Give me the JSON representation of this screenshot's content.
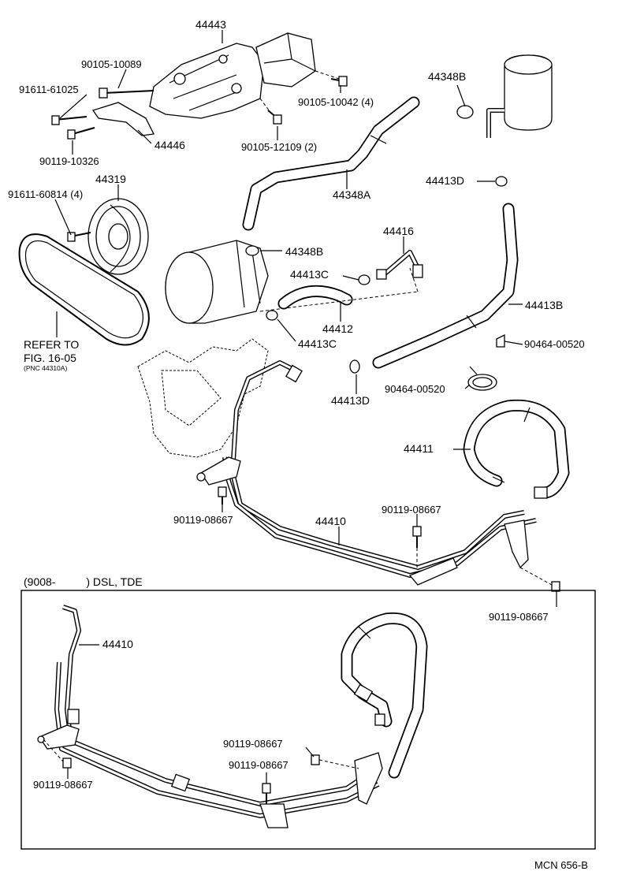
{
  "parts": {
    "p44443": "44443",
    "p90105_10089": "90105-10089",
    "p91611_61025": "91611-61025",
    "p90105_10042": "90105-10042 (4)",
    "p44348B_top": "44348B",
    "p44446": "44446",
    "p90119_10326": "90119-10326",
    "p90105_12109": "90105-12109 (2)",
    "p44348A": "44348A",
    "p44413D_top": "44413D",
    "p44319": "44319",
    "p91611_60814": "91611-60814 (4)",
    "p44416": "44416",
    "p44348B_mid": "44348B",
    "p44413C_a": "44413C",
    "p44413B": "44413B",
    "p44412": "44412",
    "p44413C_b": "44413C",
    "p90464_a": "90464-00520",
    "p44413D_mid": "44413D",
    "p90464_b": "90464-00520",
    "p44411": "44411",
    "p90119_08667_a": "90119-08667",
    "p44410": "44410",
    "p90119_08667_b": "90119-08667",
    "p90119_08667_c": "90119-08667",
    "inset_44410": "44410",
    "inset_08667_a": "90119-08667",
    "inset_08667_b": "90119-08667",
    "inset_08667_c": "90119-08667"
  },
  "refer": {
    "line1": "REFER TO",
    "line2": "FIG. 16-05",
    "line3": "(PNC 44310A)"
  },
  "inset": {
    "title": "(9008-          ) DSL, TDE"
  },
  "footer": {
    "code": "MCN 656-B"
  }
}
